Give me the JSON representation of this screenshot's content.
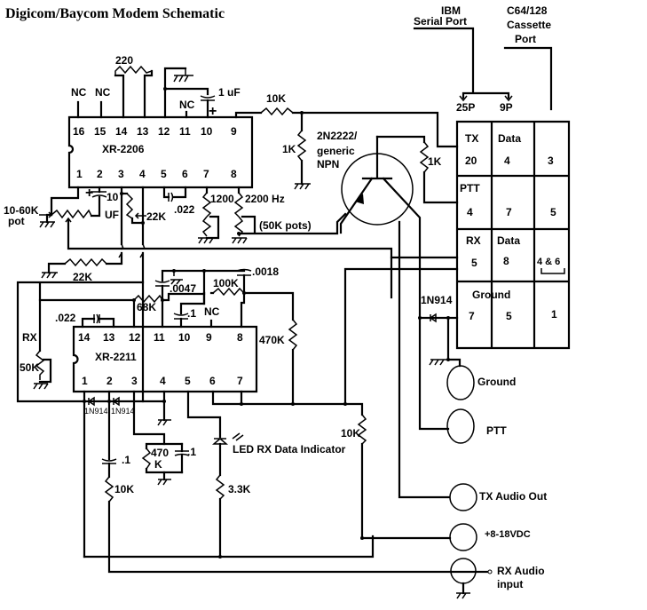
{
  "title": "Digicom/Baycom Modem Schematic",
  "chips": {
    "xr2206": {
      "name": "XR-2206",
      "top_pins": [
        "16",
        "15",
        "14",
        "13",
        "12",
        "11",
        "10",
        "9"
      ],
      "bottom_pins": [
        "1",
        "2",
        "3",
        "4",
        "5",
        "6",
        "7",
        "8"
      ]
    },
    "xr2211": {
      "name": "XR-2211",
      "top_pins": [
        "14",
        "13",
        "12",
        "11",
        "10",
        "9",
        "8"
      ],
      "bottom_pins": [
        "1",
        "2",
        "3",
        "4",
        "5",
        "6",
        "7"
      ]
    }
  },
  "labels": {
    "nc1": "NC",
    "nc2": "NC",
    "nc3": "NC",
    "nc4": "NC",
    "r220": "220",
    "c1uf": "1 uF",
    "r10k_top": "10K",
    "r1k_left": "1K",
    "r1k_right": "1K",
    "transistor_l1": "2N2222/",
    "transistor_l2": "generic",
    "transistor_l3": "NPN",
    "pot_1060_l1": "10-60K",
    "pot_1060_l2": "pot",
    "c10uf_l1": "10",
    "c10uf_l2": "UF",
    "r22k_pot": "22K",
    "c022_top": ".022",
    "r1200": "1200",
    "r2200": "2200 Hz",
    "pots50k": "(50K pots)",
    "r22k_bottom": "22K",
    "c0047": ".0047",
    "c0018": ".0018",
    "r100k": "100K",
    "r68k": "68K",
    "c1_2211": ".1",
    "c022_2211": ".022",
    "rx": "RX",
    "pot50k": "50K",
    "r470k": "470K",
    "d1n914_a": "1N914",
    "d1n914_b": "1N914",
    "d1n914_c": "1N914",
    "c1_bottom": ".1",
    "r10k_bottom": "10K",
    "r470k_bottom_l1": "470",
    "r470k_bottom_l2": "K",
    "c1_470k": ".1",
    "led": "LED RX Data Indicator",
    "r33k": "3.3K",
    "r10k_right": "10K"
  },
  "ports": {
    "ibm_l1": "IBM",
    "ibm_l2": "Serial Port",
    "c64_l1": "C64/128",
    "c64_l2": "Cassette",
    "c64_l3": "Port",
    "p25": "25P",
    "p9": "9P"
  },
  "pin_table": {
    "rows": [
      {
        "label": "TX",
        "col1": "20",
        "col2_label": "Data",
        "col2": "4",
        "col3": "3"
      },
      {
        "label": "PTT",
        "col1": "4",
        "col2_label": "",
        "col2": "7",
        "col3": "5"
      },
      {
        "label": "RX",
        "col1": "5",
        "col2_label": "Data",
        "col2": "8",
        "col3": "4 & 6"
      },
      {
        "label": "Ground",
        "col1": "7",
        "col2_label": "",
        "col2": "5",
        "col3": "1"
      }
    ]
  },
  "connectors": {
    "ground": "Ground",
    "ptt": "PTT",
    "tx_audio": "TX Audio Out",
    "power": "+8-18VDC",
    "rx_audio_l1": "RX Audio",
    "rx_audio_l2": "input"
  }
}
